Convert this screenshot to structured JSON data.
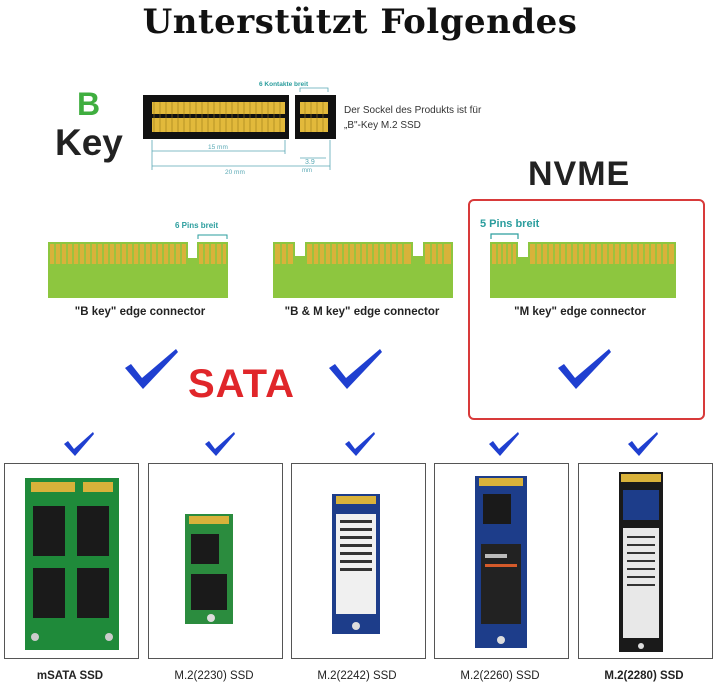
{
  "title": "Unterstützt Folgendes",
  "bkey": {
    "letter": "B",
    "word": "Key"
  },
  "socket": {
    "contacts_label": "6 Kontakte breit",
    "description_line1": "Der Sockel des Produkts ist für",
    "description_line2": "„B\"-Key M.2 SSD",
    "dim_15": "15 mm",
    "dim_20": "20 mm",
    "dim_3_9": "3.9",
    "dim_mm": "mm"
  },
  "nvme_label": "NVME",
  "sata_label": "SATA",
  "connectors": [
    {
      "label": "\"B key\" edge connector",
      "pins": "6 Pins breit"
    },
    {
      "label": "\"B & M key\" edge connector"
    },
    {
      "label": "\"M key\" edge connector",
      "pins": "5 Pins breit"
    }
  ],
  "ssds": [
    {
      "label": "mSATA SSD",
      "bold": true
    },
    {
      "label": "M.2(2230) SSD",
      "bold": false
    },
    {
      "label": "M.2(2242) SSD",
      "bold": false
    },
    {
      "label": "M.2(2260) SSD",
      "bold": false
    },
    {
      "label": "M.2(2280) SSD",
      "bold": true
    }
  ],
  "colors": {
    "check": "#1f3fd0",
    "nvme_border": "#d83a3a",
    "sata": "#e0262a",
    "pcb_green": "#8dc63f",
    "pin_gold": "#d9b23a",
    "accent_teal": "#2a9d9d",
    "bkey_green": "#3fae3f"
  },
  "icons": [
    "checkmark-icon"
  ]
}
